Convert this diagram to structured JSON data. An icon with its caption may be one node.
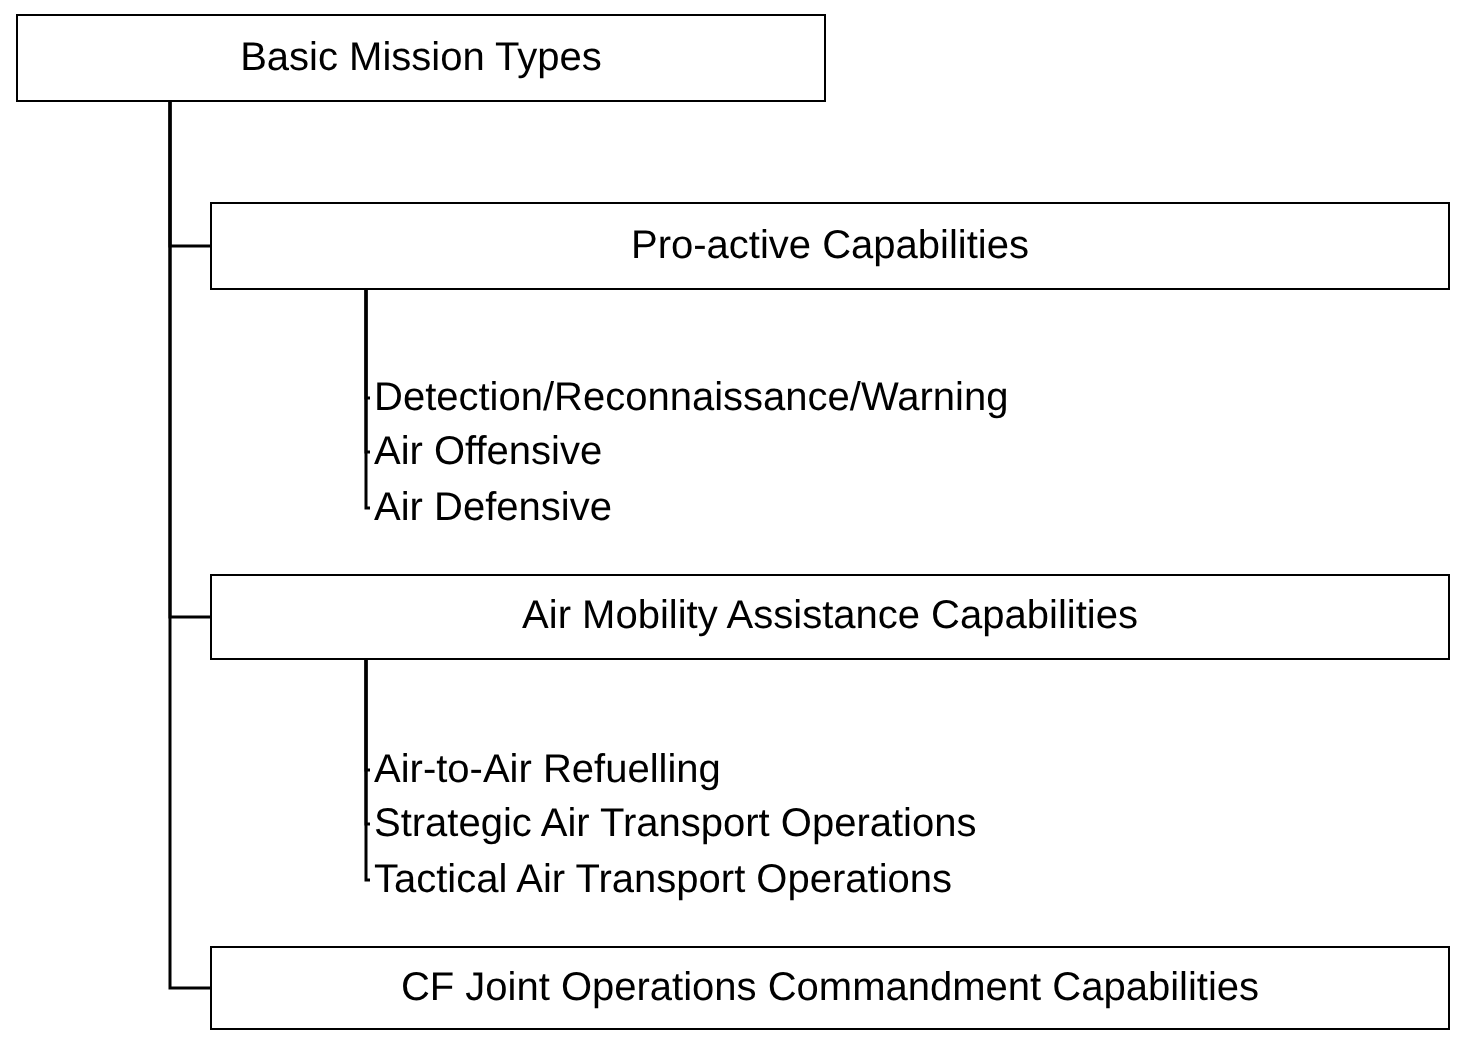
{
  "diagram": {
    "nodes": [
      {
        "text": [
          "Basic Mission Types"
        ]
      },
      {
        "text": [
          "Pro-active Capabilities"
        ]
      },
      {
        "text": [
          "Detection/Reconnaissance/Warning"
        ]
      },
      {
        "text": [
          "Air Offensive"
        ]
      },
      {
        "text": [
          "Air Defensive"
        ]
      },
      {
        "text": [
          "Air Mobility Assistance Capabilities"
        ]
      },
      {
        "text": [
          "Air-to-Air Refuelling"
        ]
      },
      {
        "text": [
          "Strategic Air Transport Operations"
        ]
      },
      {
        "text": [
          "Tactical Air Transport Operations"
        ]
      },
      {
        "text": [
          "CF Joint Operations Commandment Capabilities"
        ]
      }
    ],
    "edges": [
      {
        "from": 0,
        "to": 1,
        "arrow": "none"
      },
      {
        "from": 1,
        "to": 2,
        "arrow": "none"
      },
      {
        "from": 1,
        "to": 3,
        "arrow": "none"
      },
      {
        "from": 1,
        "to": 4,
        "arrow": "none"
      },
      {
        "from": 0,
        "to": 5,
        "arrow": "none"
      },
      {
        "from": 5,
        "to": 6,
        "arrow": "none"
      },
      {
        "from": 5,
        "to": 7,
        "arrow": "none"
      },
      {
        "from": 5,
        "to": 8,
        "arrow": "none"
      },
      {
        "from": 0,
        "to": 9,
        "arrow": "none"
      }
    ]
  }
}
